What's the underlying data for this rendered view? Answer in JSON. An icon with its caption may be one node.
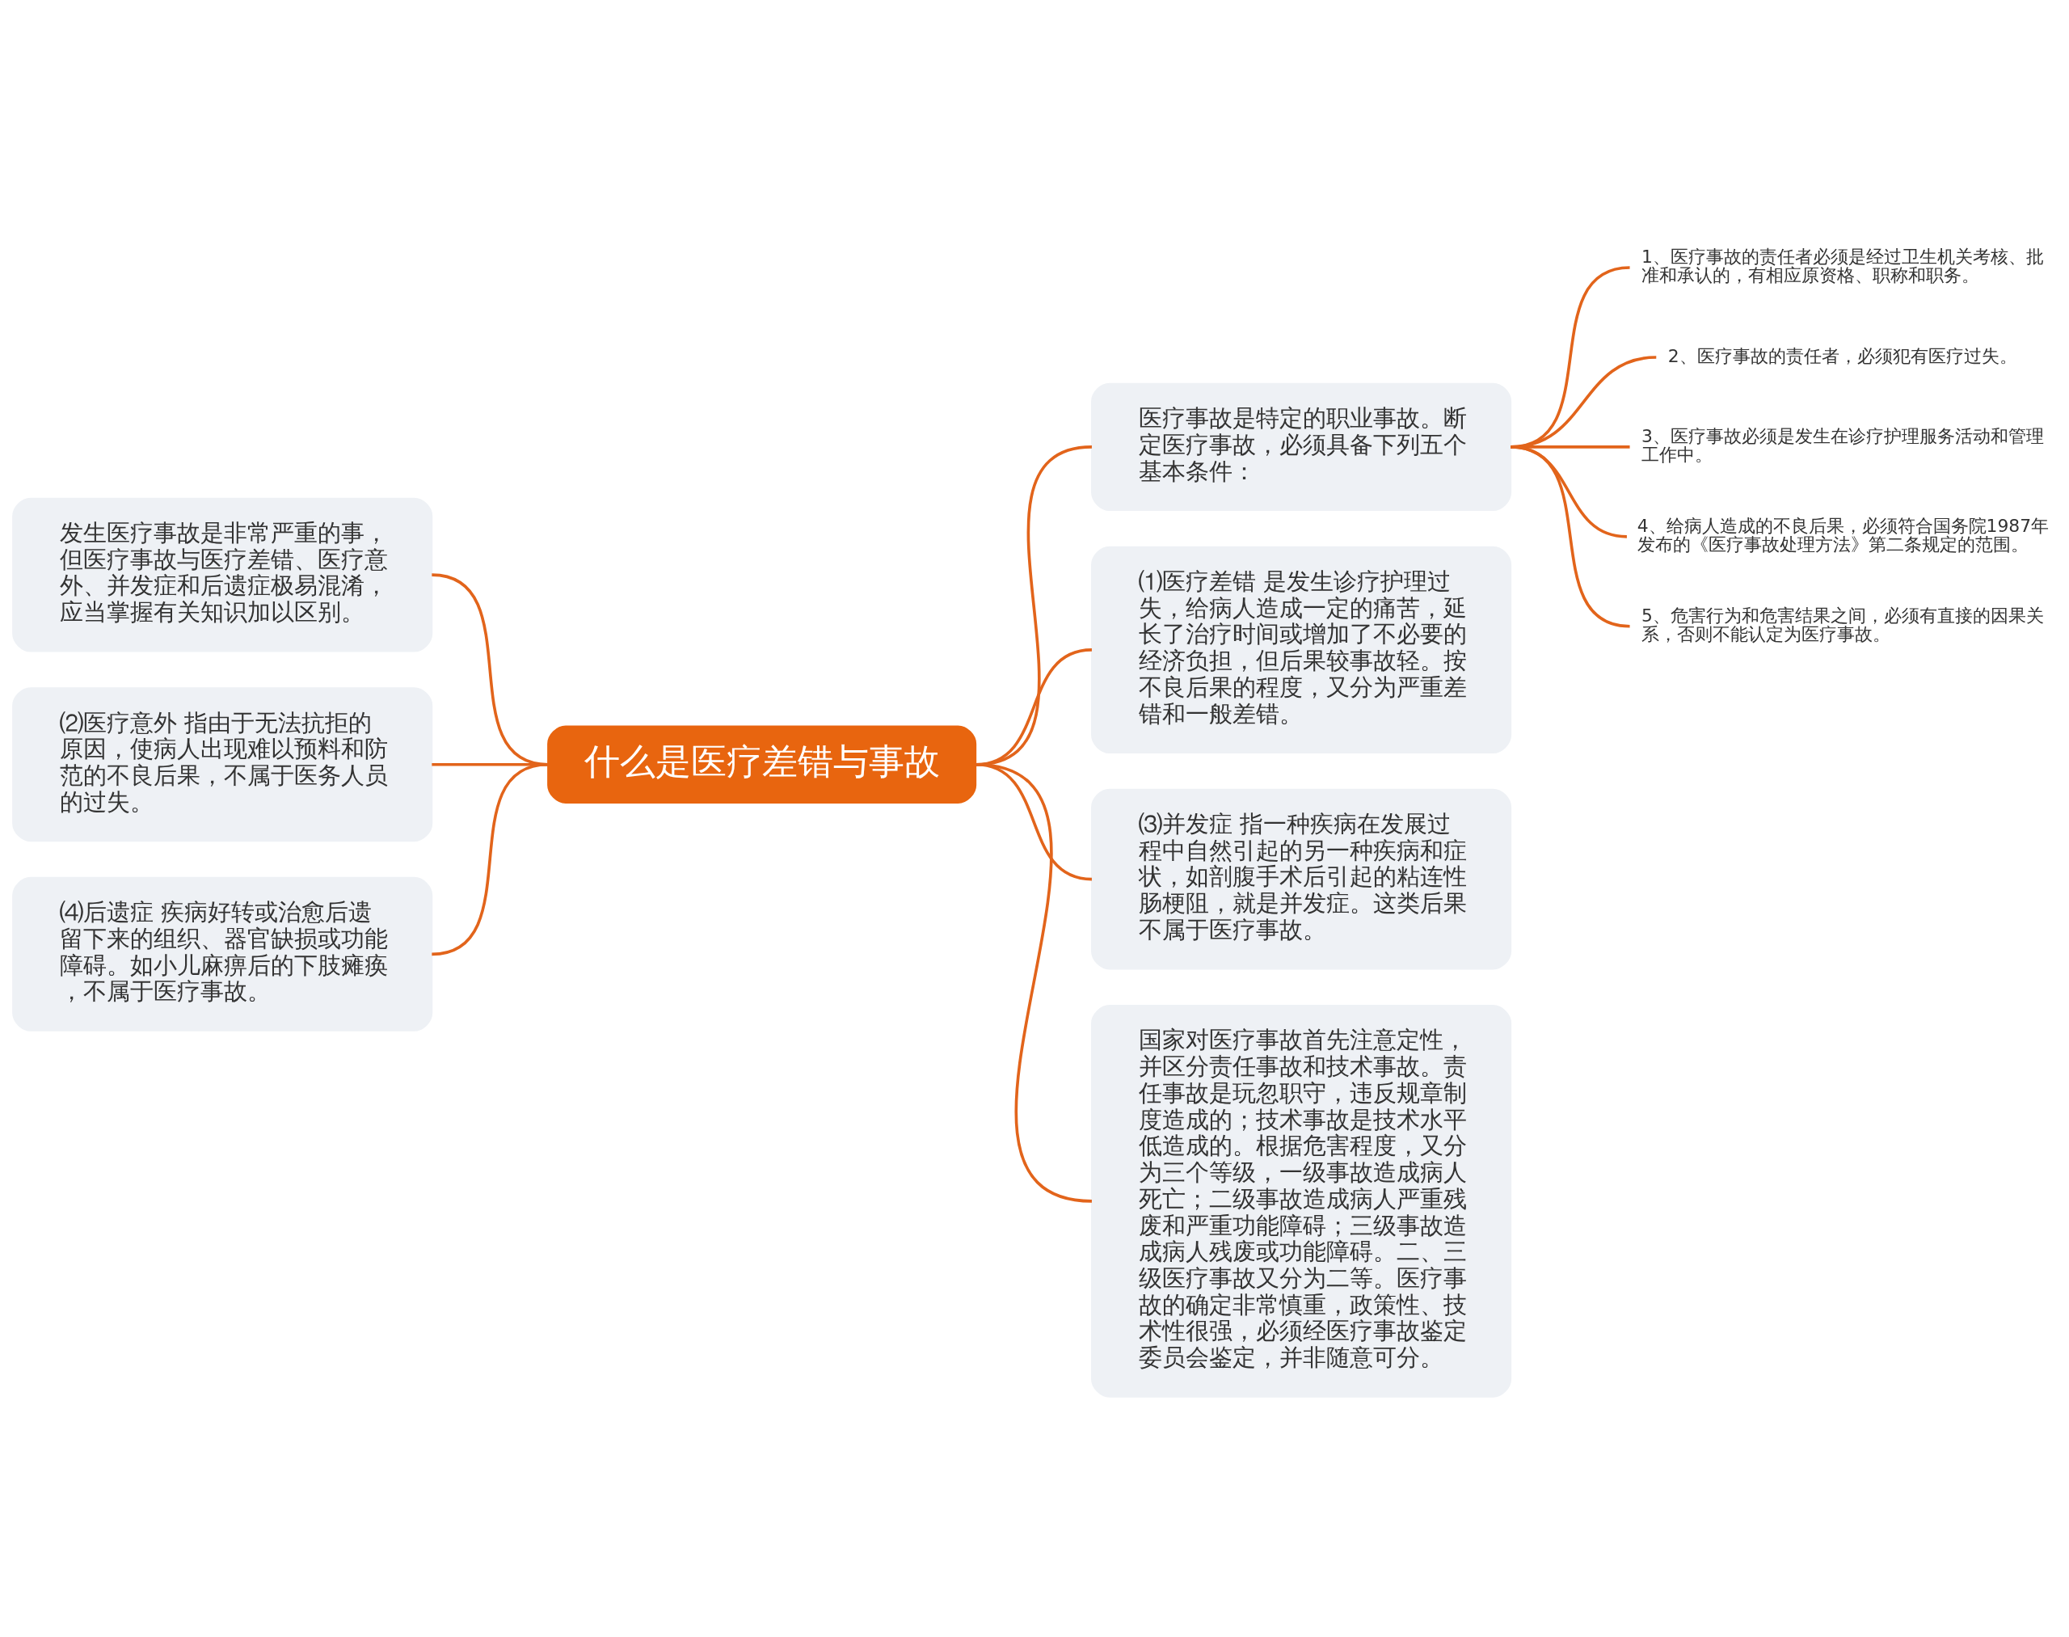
{
  "diagram": {
    "nodes": [
      {
        "text": [
          "什么是医疗差错与事故"
        ]
      },
      {
        "text": [
          "医疗事故是特定的职业事故。断定医疗事故，必须具备下列五个基本条件："
        ]
      },
      {
        "text": [
          "1、医疗事故的责任者必须是经过卫生机关考核、批准和承认的，有相应原资格、职称和职务。"
        ]
      },
      {
        "text": [
          "2、医疗事故的责任者，必须犯有医疗过失。"
        ]
      },
      {
        "text": [
          "3、医疗事故必须是发生在诊疗护理服务活动和管理工作中。"
        ]
      },
      {
        "text": [
          "4、给病人造成的不良后果，必须符合国务院1987年发布的《医疗事故处理方法》第二条规定的范围。"
        ]
      },
      {
        "text": [
          "5、危害行为和危害结果之间，必须有直接的因果关系，否则不能认定为医疗事故。"
        ]
      },
      {
        "text": [
          "⑴医疗差错 是发生诊疗护理过失，给病人造成一定的痛苦，延长了治疗时间或增加了不必要的经济负担，但后果较事故轻。按不良后果的程度，又分为严重差错和一般差错。"
        ]
      },
      {
        "text": [
          "⑶并发症 指一种疾病在发展过程中自然引起的另一种疾病和症状，如剖腹手术后引起的粘连性肠梗阻，就是并发症。这类后果不属于医疗事故。"
        ]
      },
      {
        "text": [
          "国家对医疗事故首先注意定性，并区分责任事故和技术事故。责任事故是玩忽职守，违反规章制度造成的；技术事故是技术水平低造成的。根据危害程度，又分为三个等级，一级事故造成病人死亡；二级事故造成病人严重残废和严重功能障碍；三级事故造成病人残废或功能障碍。二、三级医疗事故又分为二等。医疗事故的确定非常慎重，政策性、技术性很强，必须经医疗事故鉴定委员会鉴定，并非随意可分。"
        ]
      },
      {
        "text": [
          "发生医疗事故是非常严重的事，但医疗事故与医疗差错、医疗意外、并发症和后遗症极易混淆，应当掌握有关知识加以区别。"
        ]
      },
      {
        "text": [
          "⑵医疗意外 指由于无法抗拒的原因，使病人出现难以预料和防范的不良后果，不属于医务人员的过失。"
        ]
      },
      {
        "text": [
          "⑷后遗症 疾病好转或治愈后遗留下来的组织、器官缺损或功能障碍。如小儿麻痹后的下肢瘫痪，不属于医疗事故。"
        ]
      }
    ],
    "edges": [
      {
        "from": 0,
        "to": 1,
        "arrow": "none"
      },
      {
        "from": 1,
        "to": 2,
        "arrow": "none"
      },
      {
        "from": 1,
        "to": 3,
        "arrow": "none"
      },
      {
        "from": 1,
        "to": 4,
        "arrow": "none"
      },
      {
        "from": 1,
        "to": 5,
        "arrow": "none"
      },
      {
        "from": 1,
        "to": 6,
        "arrow": "none"
      },
      {
        "from": 0,
        "to": 7,
        "arrow": "none"
      },
      {
        "from": 0,
        "to": 8,
        "arrow": "none"
      },
      {
        "from": 0,
        "to": 9,
        "arrow": "none"
      },
      {
        "from": 10,
        "to": 0,
        "arrow": "none"
      },
      {
        "from": 11,
        "to": 0,
        "arrow": "none"
      },
      {
        "from": 12,
        "to": 0,
        "arrow": "none"
      }
    ]
  }
}
